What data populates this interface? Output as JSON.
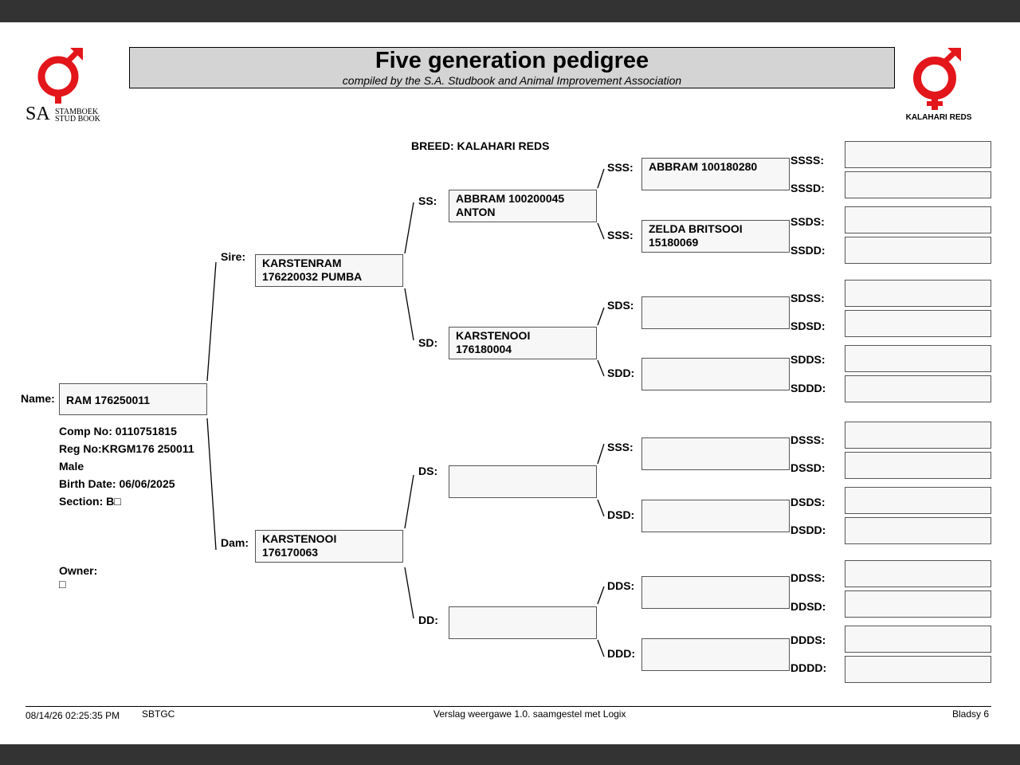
{
  "header": {
    "title": "Five generation pedigree",
    "subtitle": "compiled by the S.A. Studbook and Animal Improvement Association"
  },
  "logos": {
    "left_main": "SA",
    "left_line1": "STAMBOEK",
    "left_line2": "STUD BOOK",
    "right_caption": "KALAHARI REDS",
    "accent_color": "#e3161b"
  },
  "breed": "BREED: KALAHARI REDS",
  "animal": {
    "name_label": "Name:",
    "name": "RAM 176250011",
    "comp_no": "Comp No: 0110751815",
    "reg_no": "Reg No:KRGM176 250011",
    "sex": "Male",
    "birth_date": "Birth Date: 06/06/2025",
    "section": "Section: B□",
    "owner_label": "Owner:",
    "owner": "□"
  },
  "gen1": {
    "sire_label": "Sire:",
    "sire": "KARSTENRAM\n176220032 PUMBA",
    "dam_label": "Dam:",
    "dam": "KARSTENOOI\n176170063"
  },
  "gen2": {
    "ss_label": "SS:",
    "ss": "ABBRAM 100200045\nANTON",
    "sd_label": "SD:",
    "sd": "KARSTENOOI\n176180004",
    "ds_label": "DS:",
    "ds": "",
    "dd_label": "DD:",
    "dd": ""
  },
  "gen3": {
    "sss_label": "SSS:",
    "sss": "ABBRAM 100180280",
    "ssd_label": "SSS:",
    "ssd": "ZELDA BRITSOOI\n15180069",
    "sds_label": "SDS:",
    "sds": "",
    "sdd_label": "SDD:",
    "sdd": "",
    "dss_label": "SSS:",
    "dss": "",
    "dsd_label": "DSD:",
    "dsd": "",
    "dds_label": "DDS:",
    "dds": "",
    "ddd_label": "DDD:",
    "ddd": ""
  },
  "gen4": [
    {
      "label": "SSSS:",
      "value": ""
    },
    {
      "label": "SSSD:",
      "value": ""
    },
    {
      "label": "SSDS:",
      "value": ""
    },
    {
      "label": "SSDD:",
      "value": ""
    },
    {
      "label": "SDSS:",
      "value": ""
    },
    {
      "label": "SDSD:",
      "value": ""
    },
    {
      "label": "SDDS:",
      "value": ""
    },
    {
      "label": "SDDD:",
      "value": ""
    },
    {
      "label": "DSSS:",
      "value": ""
    },
    {
      "label": "DSSD:",
      "value": ""
    },
    {
      "label": "DSDS:",
      "value": ""
    },
    {
      "label": "DSDD:",
      "value": ""
    },
    {
      "label": "DDSS:",
      "value": ""
    },
    {
      "label": "DDSD:",
      "value": ""
    },
    {
      "label": "DDDS:",
      "value": ""
    },
    {
      "label": "DDDD:",
      "value": ""
    }
  ],
  "footer": {
    "datetime": "08/14/26 02:25:35 PM",
    "code": "SBTGC",
    "version": "Verslag weergawe 1.0. saamgestel met Logix",
    "page": "Bladsy 6"
  }
}
